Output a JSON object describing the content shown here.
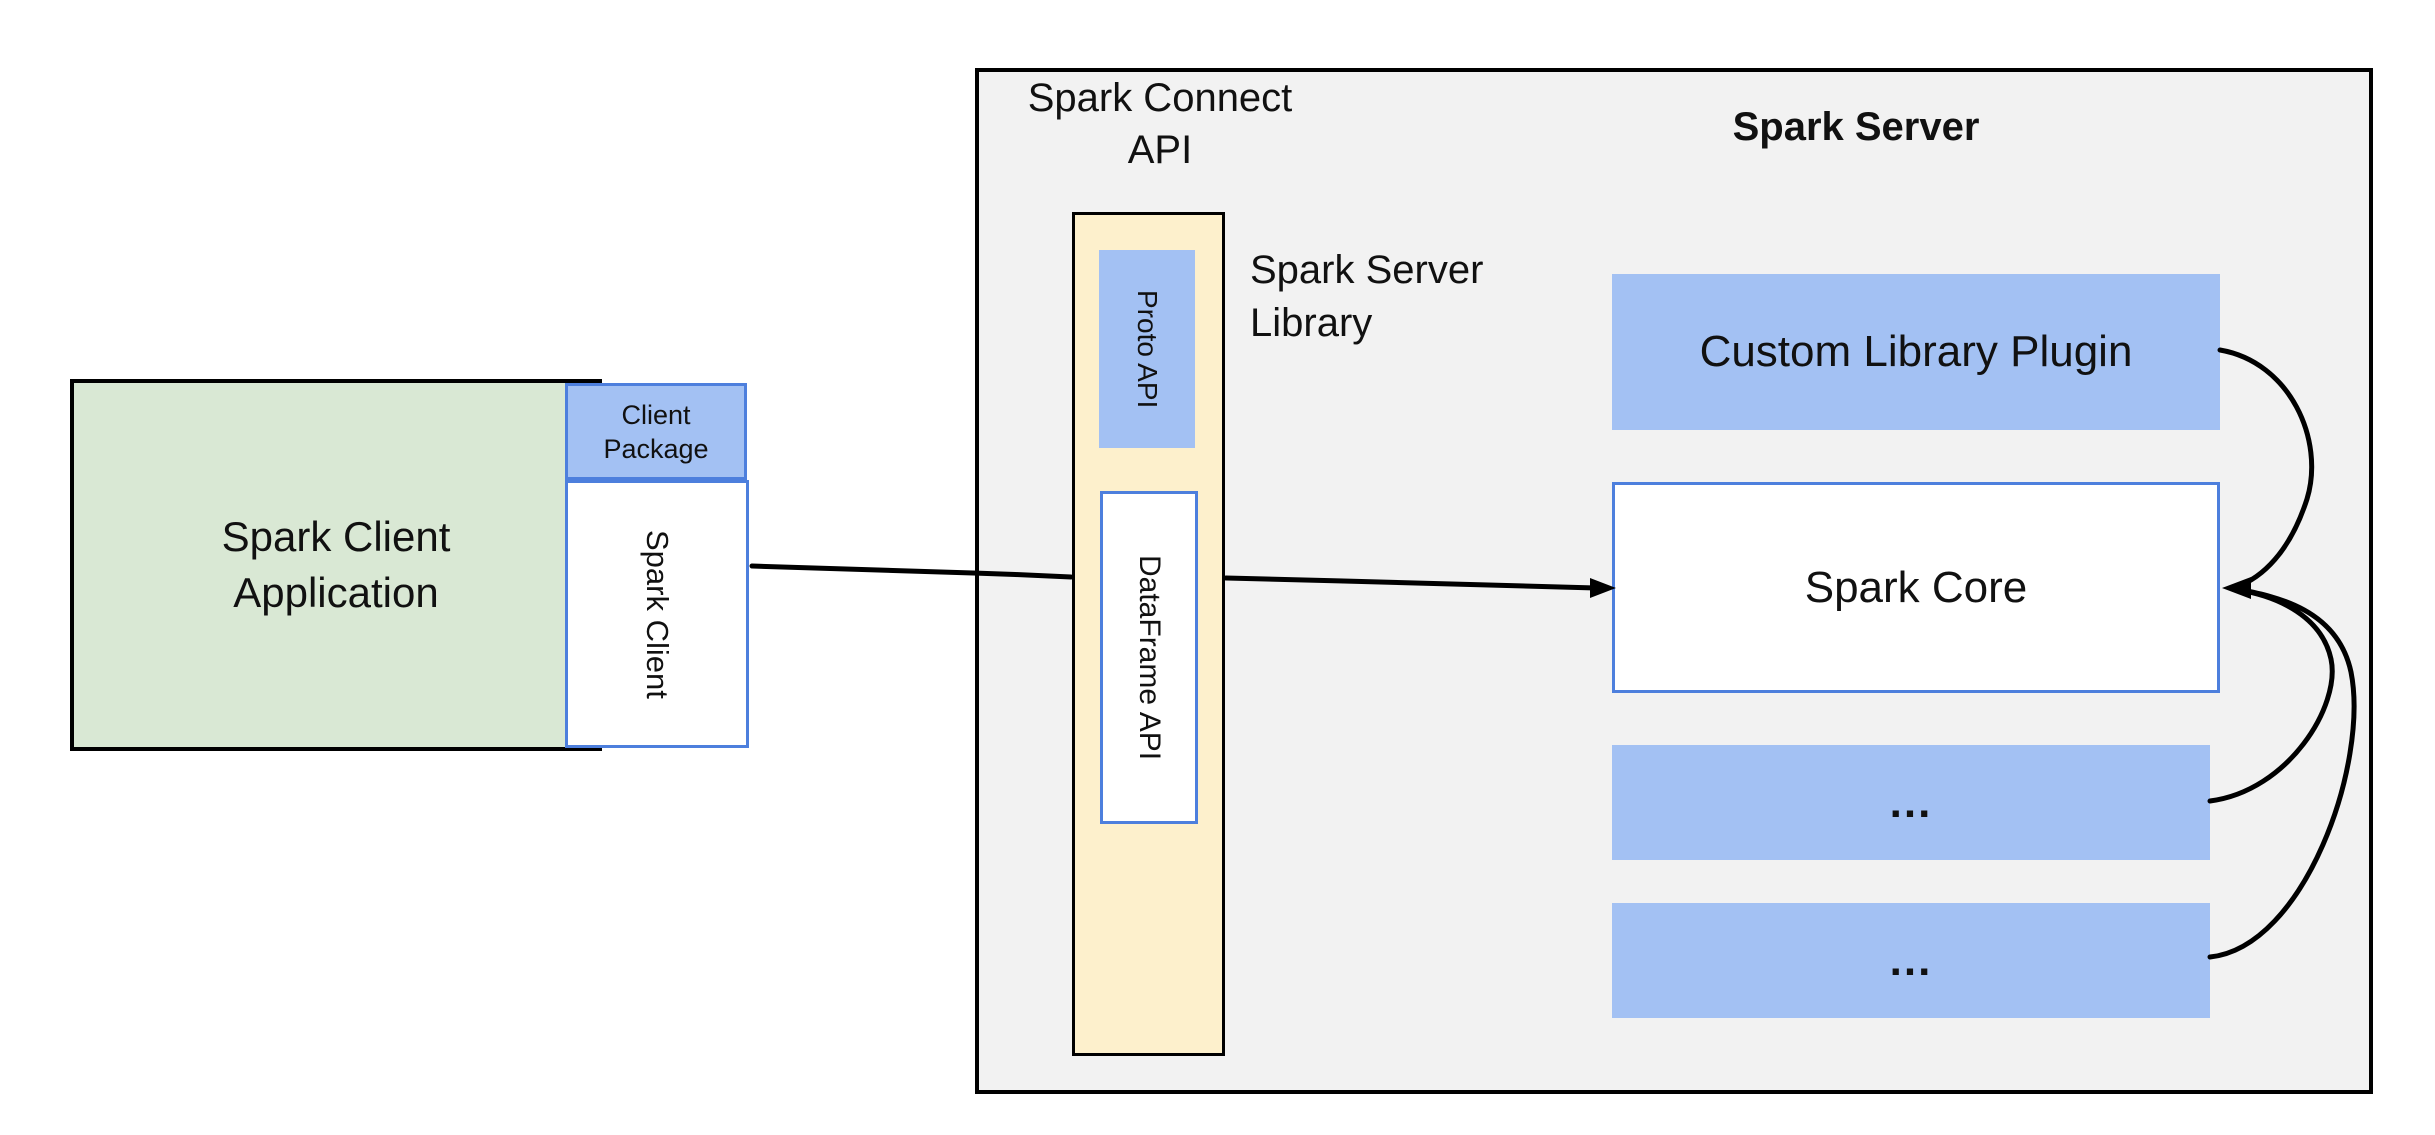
{
  "colors": {
    "green_fill": "#d9e8d4",
    "blue_fill": "#a3c1f3",
    "yellow_fill": "#fdf0cc",
    "gray_fill": "#f2f2f2",
    "blue_border": "#4d7fdd"
  },
  "client": {
    "app_lines": [
      "Spark Client",
      "Application"
    ],
    "package_lines": [
      "Client",
      "Package"
    ],
    "sdk_label": "Spark Client"
  },
  "connect": {
    "title_lines": [
      "Spark Connect",
      "API"
    ],
    "proto_label": "Proto API",
    "dataframe_label": "DataFrame API",
    "library_lines": [
      "Spark Server",
      "Library"
    ]
  },
  "server": {
    "title": "Spark Server",
    "plugin_label": "Custom Library Plugin",
    "core_label": "Spark Core",
    "more_1": "...",
    "more_2": "..."
  }
}
